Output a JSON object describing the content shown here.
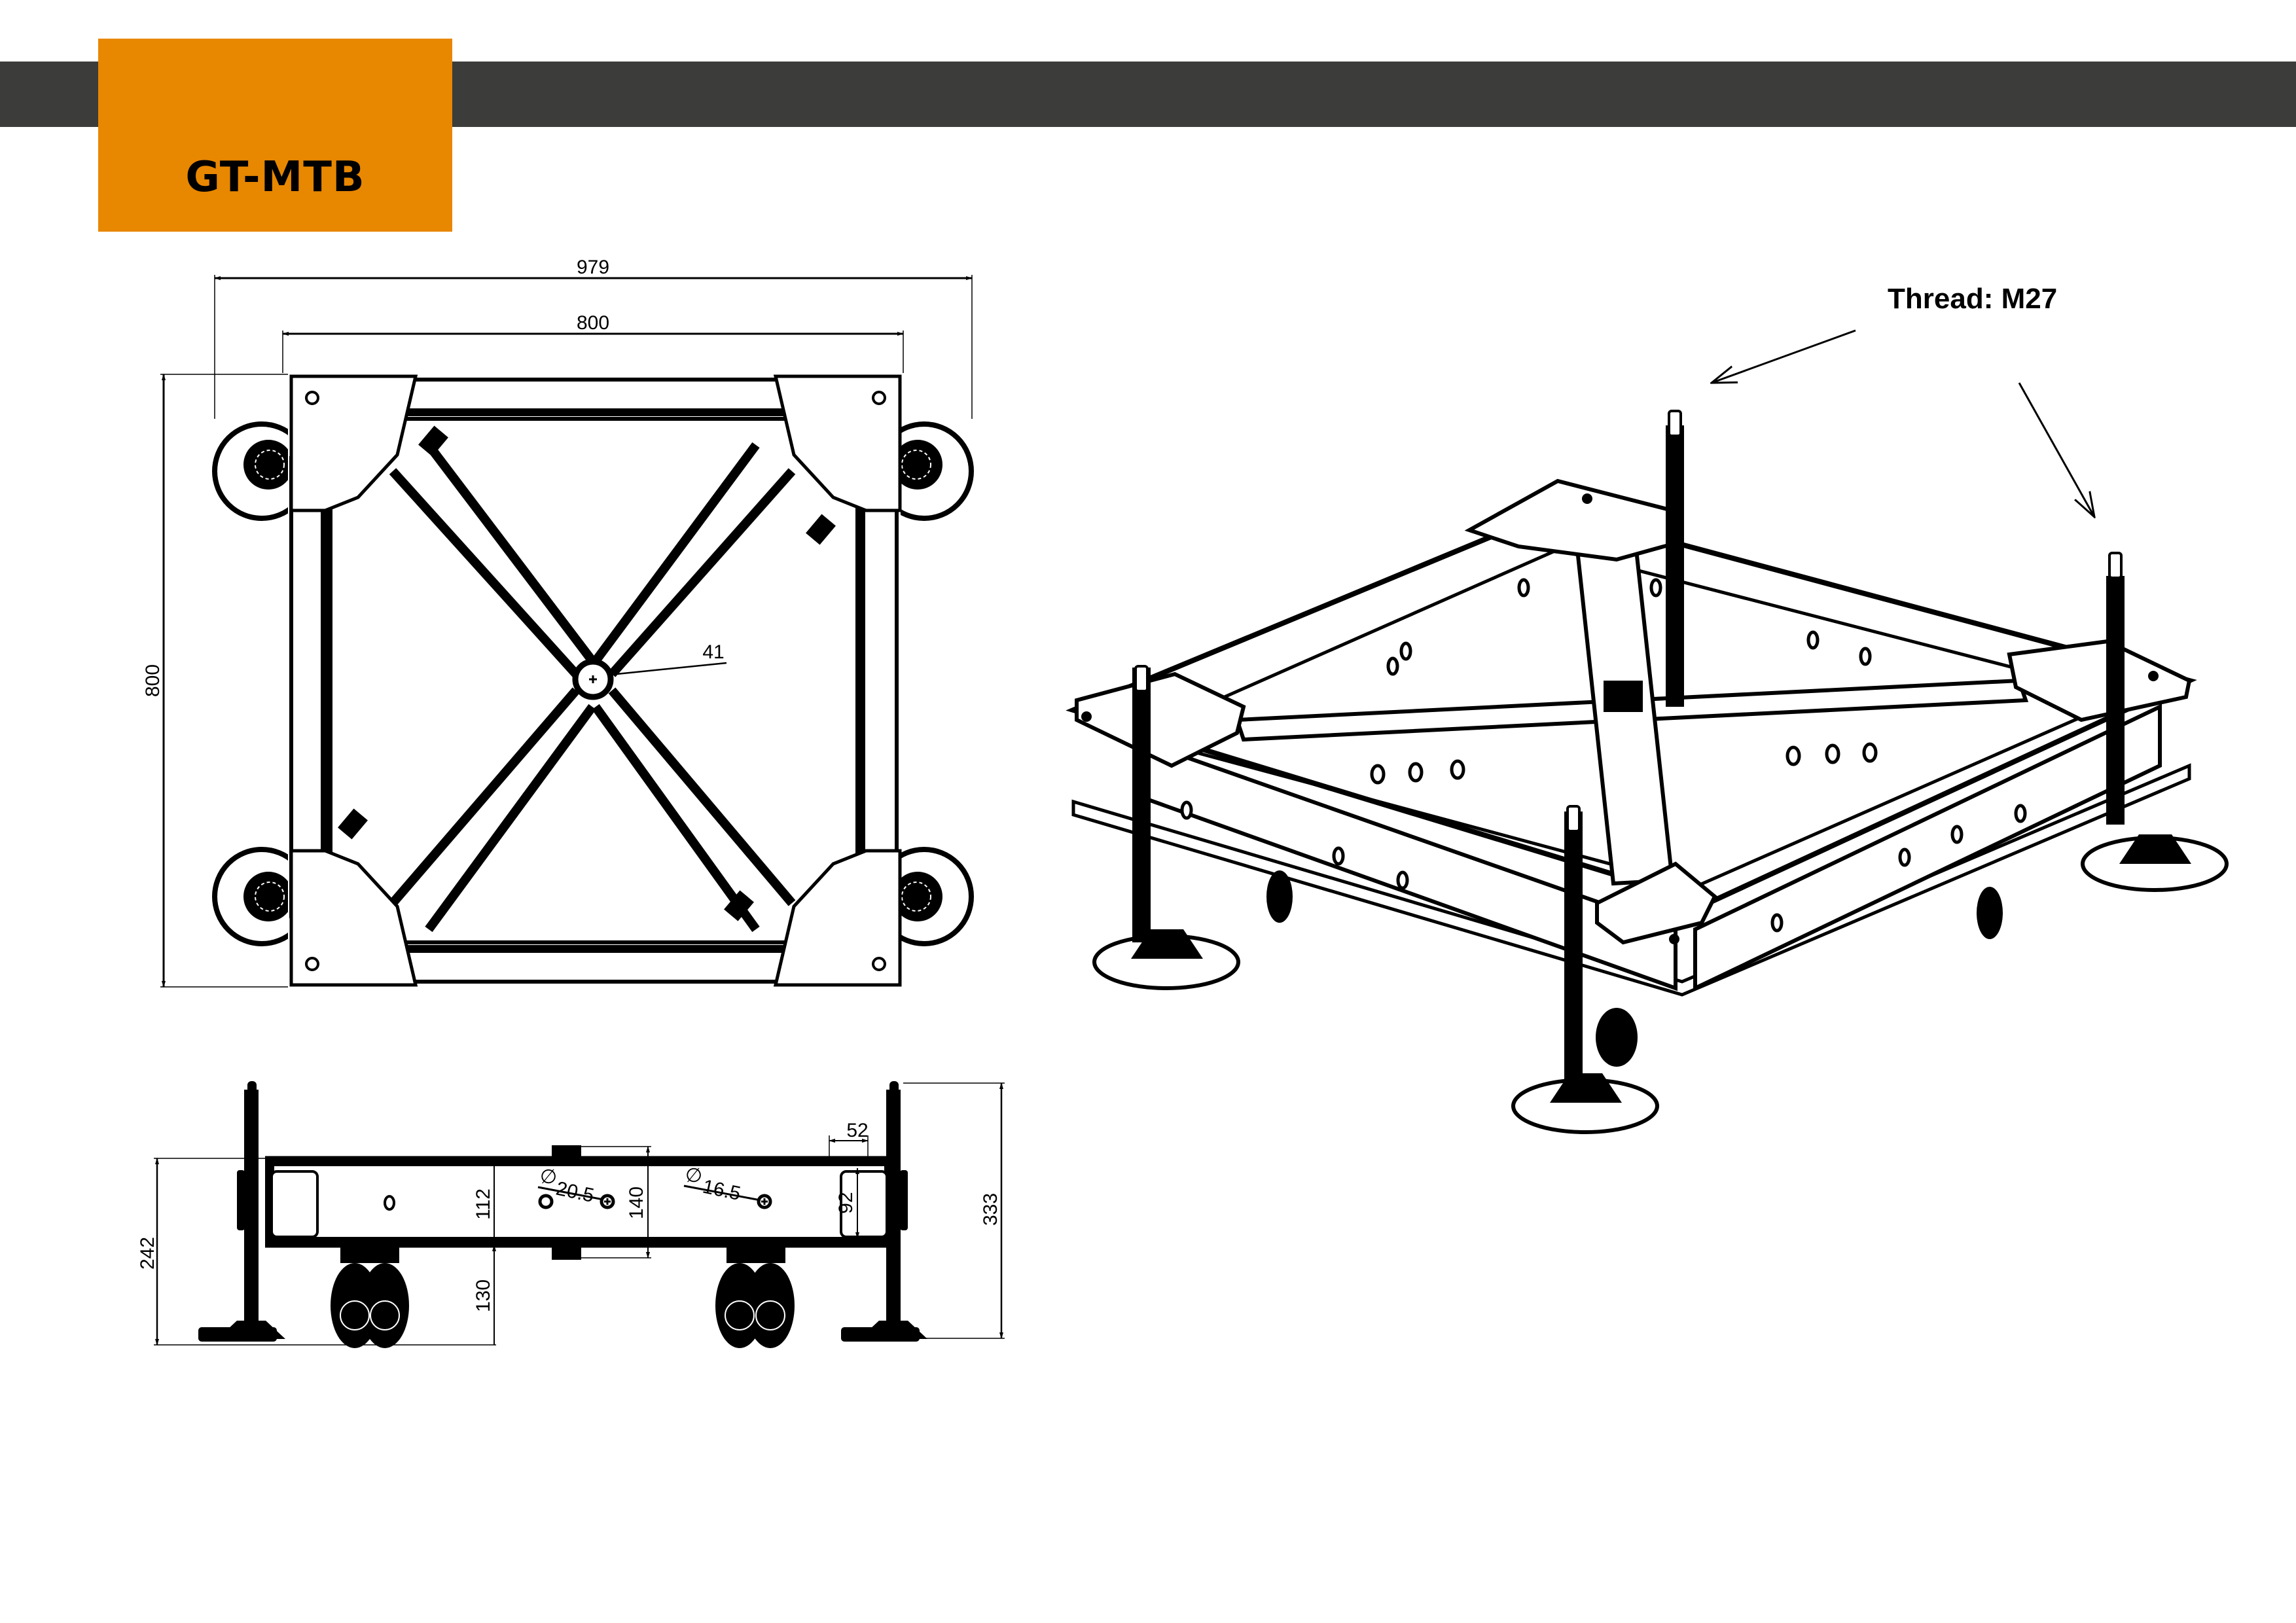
{
  "header": {
    "model_code": "GT-MTB",
    "accent_color": "#e88700",
    "bar_color": "#3c3c3b"
  },
  "top_view": {
    "dim_overall_width": "979",
    "dim_frame_width": "800",
    "dim_frame_depth": "800",
    "dim_center_hole": "41"
  },
  "side_view": {
    "dim_height_total": "242",
    "dim_profile_height": "112",
    "dim_center_block": "140",
    "dim_caster_height": "130",
    "dim_hole_large": "20.5",
    "dim_hole_small": "16.5",
    "dim_end_width": "52",
    "dim_end_height": "92",
    "dim_overall_height": "333",
    "diameter_symbol": "∅"
  },
  "iso_view": {
    "thread_note": "Thread: M27"
  }
}
